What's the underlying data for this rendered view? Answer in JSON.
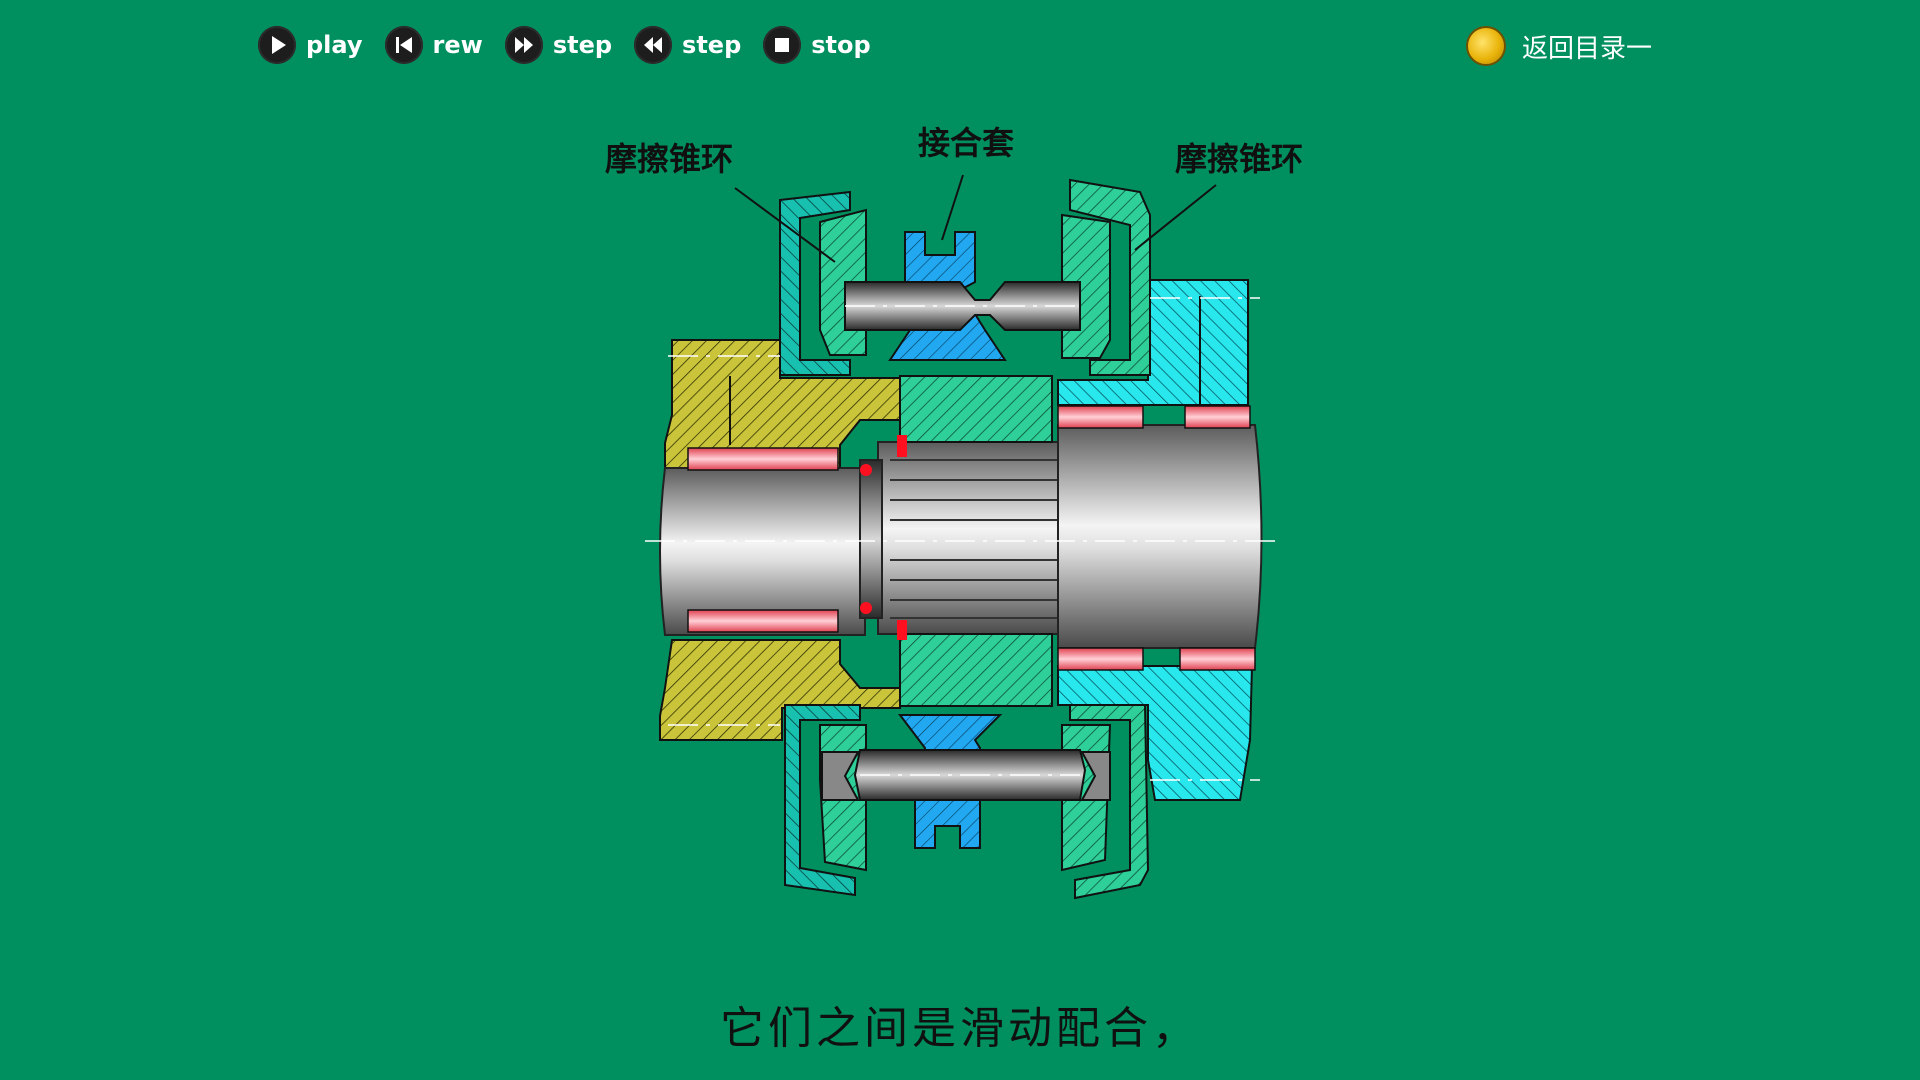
{
  "toolbar": {
    "play": {
      "label": "play",
      "icon": "play-icon"
    },
    "rew": {
      "label": "rew",
      "icon": "rewind-to-start-icon"
    },
    "step_forward": {
      "label": "step",
      "icon": "step-forward-icon"
    },
    "step_back": {
      "label": "step",
      "icon": "step-back-icon"
    },
    "stop": {
      "label": "stop",
      "icon": "stop-icon"
    }
  },
  "back_link": {
    "label": "返回目录一",
    "icon": "gold-coin-icon"
  },
  "diagram": {
    "labels": {
      "left_cone_ring": "摩擦锥环",
      "sleeve": "接合套",
      "right_cone_ring": "摩擦锥环"
    }
  },
  "caption": "它们之间是滑动配合，",
  "colors": {
    "background": "#009060",
    "yellow_gear": "#c9c43a",
    "cyan_gear": "#28e8ee",
    "green_hub": "#2ecf98",
    "blue_sleeve": "#21a8f0",
    "bearing_red": "#f06070",
    "cone_teal": "#18c0b0"
  }
}
